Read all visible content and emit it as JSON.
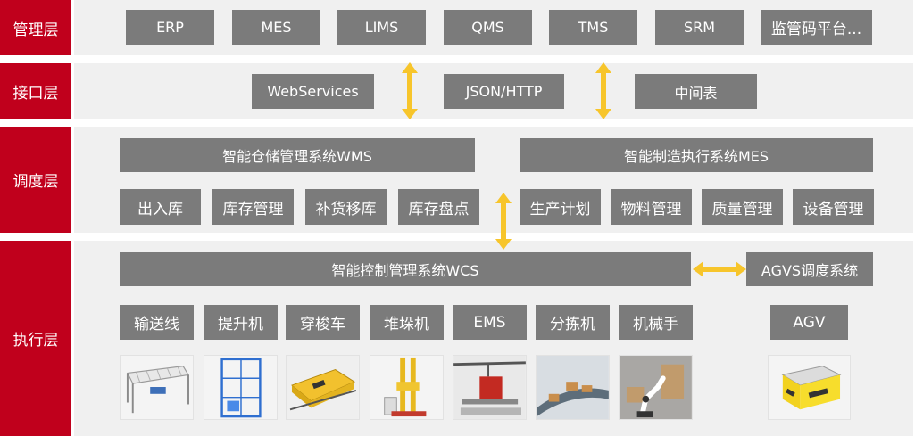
{
  "layers": {
    "management": "管理层",
    "interface": "接口层",
    "scheduling": "调度层",
    "execution": "执行层"
  },
  "management_systems": [
    "ERP",
    "MES",
    "LIMS",
    "QMS",
    "TMS",
    "SRM",
    "监管码平台..."
  ],
  "interface_methods": [
    "WebServices",
    "JSON/HTTP",
    "中间表"
  ],
  "wms": {
    "title": "智能仓储管理系统WMS",
    "modules": [
      "出入库",
      "库存管理",
      "补货移库",
      "库存盘点"
    ]
  },
  "mes": {
    "title": "智能制造执行系统MES",
    "modules": [
      "生产计划",
      "物料管理",
      "质量管理",
      "设备管理"
    ]
  },
  "wcs": {
    "title": "智能控制管理系统WCS"
  },
  "agvs": {
    "title": "AGVS调度系统"
  },
  "equipment": [
    "输送线",
    "提升机",
    "穿梭车",
    "堆垛机",
    "EMS",
    "分拣机",
    "机械手"
  ],
  "agv": "AGV",
  "equipment_images": [
    "conveyor-image",
    "lift-image",
    "shuttle-image",
    "stacker-image",
    "ems-image",
    "sorter-image",
    "robot-arm-image",
    "agv-image"
  ],
  "colors": {
    "label_red": "#c0001c",
    "box_gray": "#7b7b7b",
    "band_bg": "#f0f0f0",
    "arrow_yellow": "#f7c52b"
  }
}
